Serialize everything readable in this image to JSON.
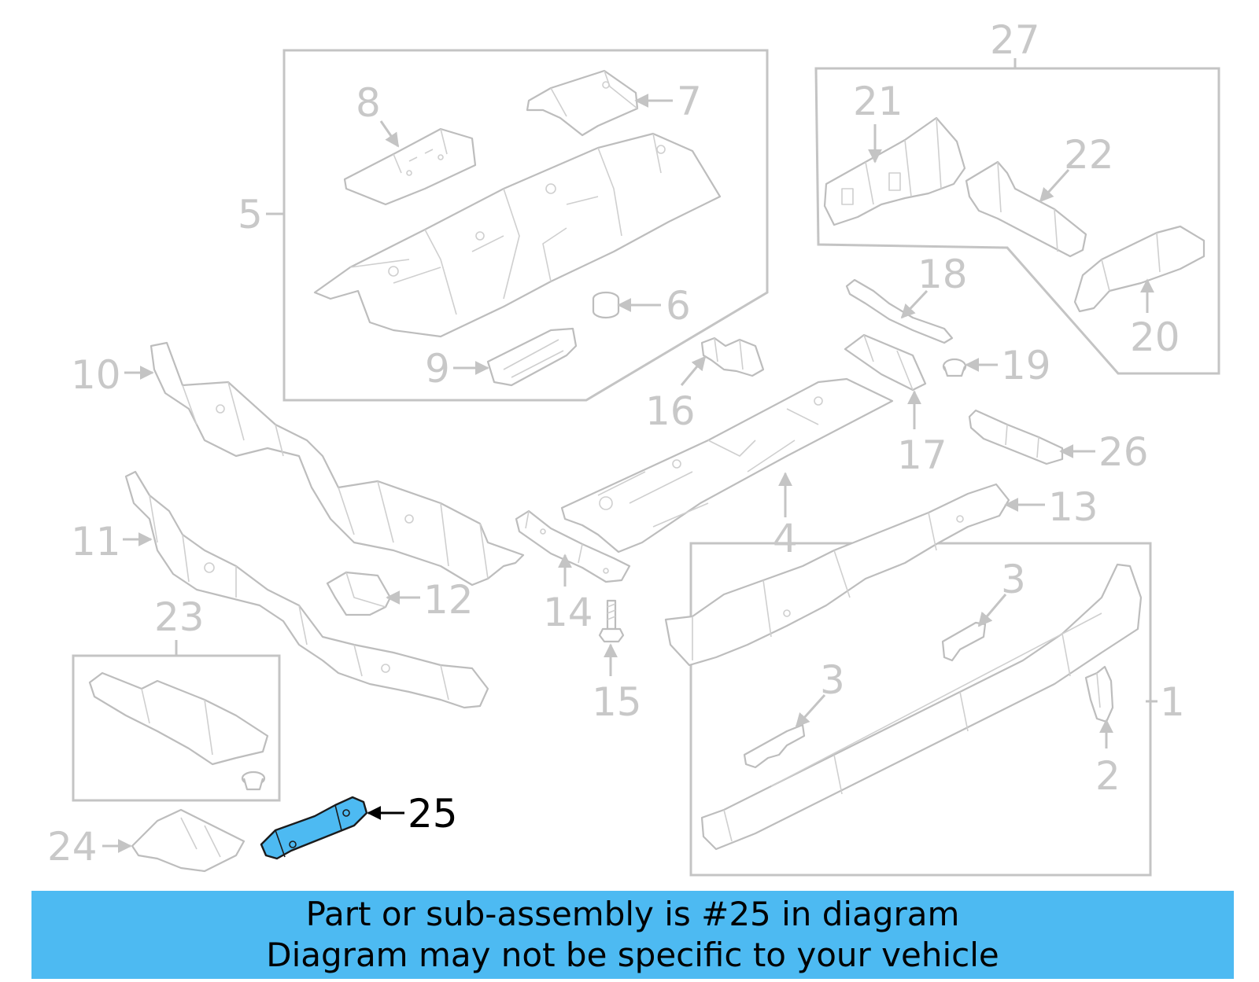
{
  "diagram": {
    "callouts": [
      {
        "id": "1",
        "label": "1"
      },
      {
        "id": "2",
        "label": "2"
      },
      {
        "id": "3a",
        "label": "3"
      },
      {
        "id": "3b",
        "label": "3"
      },
      {
        "id": "4",
        "label": "4"
      },
      {
        "id": "5",
        "label": "5"
      },
      {
        "id": "6",
        "label": "6"
      },
      {
        "id": "7",
        "label": "7"
      },
      {
        "id": "8",
        "label": "8"
      },
      {
        "id": "9",
        "label": "9"
      },
      {
        "id": "10",
        "label": "10"
      },
      {
        "id": "11",
        "label": "11"
      },
      {
        "id": "12",
        "label": "12"
      },
      {
        "id": "13",
        "label": "13"
      },
      {
        "id": "14",
        "label": "14"
      },
      {
        "id": "15",
        "label": "15"
      },
      {
        "id": "16",
        "label": "16"
      },
      {
        "id": "17",
        "label": "17"
      },
      {
        "id": "18",
        "label": "18"
      },
      {
        "id": "19",
        "label": "19"
      },
      {
        "id": "20",
        "label": "20"
      },
      {
        "id": "21",
        "label": "21"
      },
      {
        "id": "22",
        "label": "22"
      },
      {
        "id": "23",
        "label": "23"
      },
      {
        "id": "24",
        "label": "24"
      },
      {
        "id": "25",
        "label": "25"
      },
      {
        "id": "26",
        "label": "26"
      },
      {
        "id": "27",
        "label": "27"
      }
    ],
    "highlighted_part": "25",
    "colors": {
      "highlight_fill": "#4dbaf2",
      "muted_line": "#c4c4c4",
      "highlight_line": "#000000",
      "banner": "#4dbaf2"
    }
  },
  "banner": {
    "line1": "Part or sub-assembly is #25 in diagram",
    "line2": "Diagram may not be specific to your vehicle"
  }
}
